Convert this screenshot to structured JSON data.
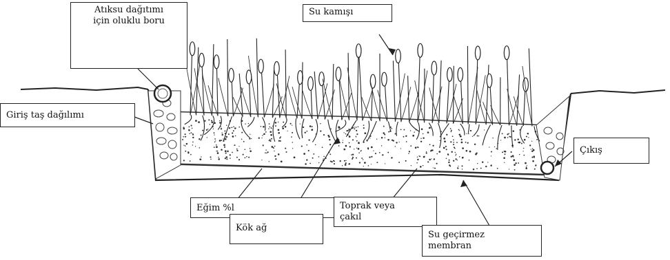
{
  "labels": {
    "perforated_pipe": [
      "Atıksu dağıtımı",
      "için oluklu boru"
    ],
    "reed": "Su kamışı",
    "inlet": "Giriş taş dağılımı",
    "outlet": "Çıkış",
    "slope": "Eğim %l",
    "root": "Kök ağ",
    "soil": [
      "Toprak veya",
      "çakıl"
    ],
    "membrane": [
      "Su geçirmez",
      "membran"
    ]
  }
}
